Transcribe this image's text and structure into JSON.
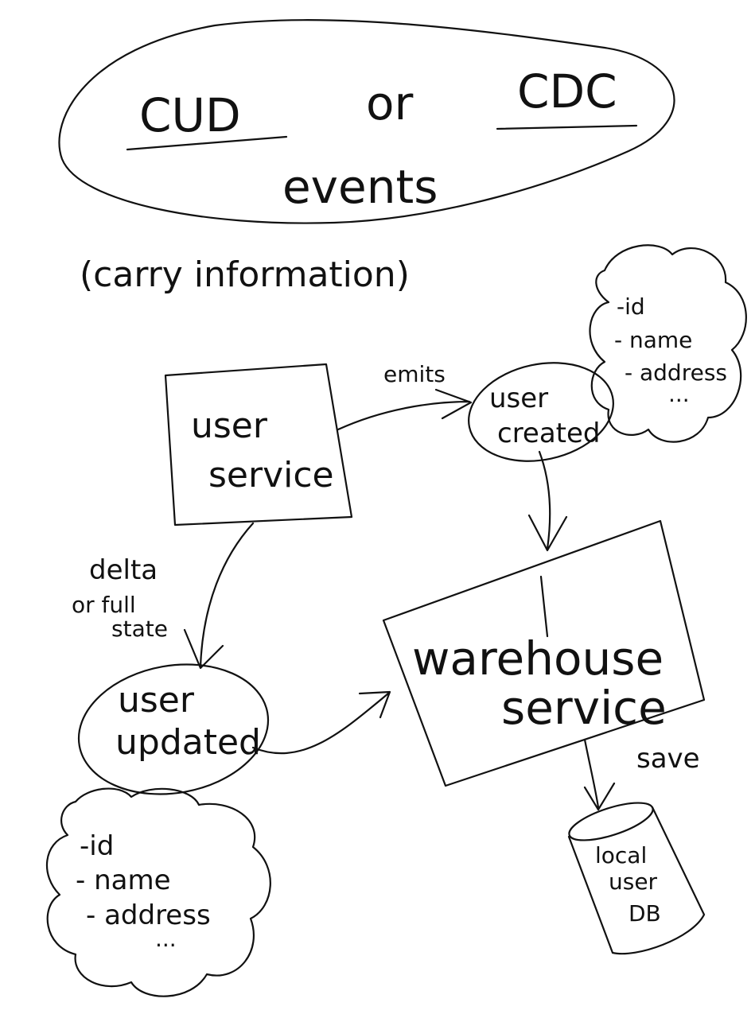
{
  "title": {
    "cud": "CUD",
    "or": "or",
    "cdc": "CDC",
    "events": "events",
    "note": "(carry information)"
  },
  "user_service": {
    "line1": "user",
    "line2": "service"
  },
  "emits_label": "emits",
  "user_created": {
    "line1": "user",
    "line2": "created"
  },
  "created_fields": [
    "-id",
    "- name",
    "- address",
    "..."
  ],
  "edge_label": {
    "line1": "delta",
    "line2": "or full",
    "line3": "state"
  },
  "user_updated": {
    "line1": "user",
    "line2": "updated"
  },
  "updated_fields": [
    "-id",
    "- name",
    "- address",
    "..."
  ],
  "warehouse_service": {
    "line1": "warehouse",
    "line2": "service"
  },
  "save_label": "save",
  "local_db": {
    "line1": "local",
    "line2": "user",
    "line3": "DB"
  }
}
